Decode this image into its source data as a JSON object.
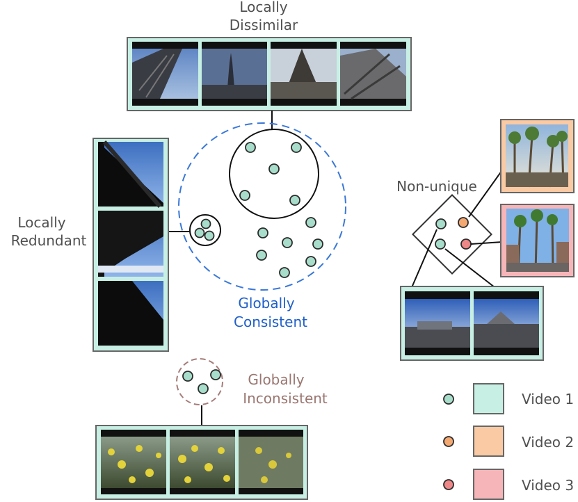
{
  "labels": {
    "locally_dissimilar": [
      "Locally",
      "Dissimilar"
    ],
    "locally_redundant": [
      "Locally",
      "Redundant"
    ],
    "globally_consistent": [
      "Globally",
      "Consistent"
    ],
    "globally_inconsistent": [
      "Globally",
      "Inconsistent"
    ],
    "non_unique": "Non-unique"
  },
  "legend": [
    {
      "label": "Video 1",
      "dot_color": "#a8ddcc",
      "box_color": "#c8efe4"
    },
    {
      "label": "Video 2",
      "dot_color": "#f4a872",
      "box_color": "#f9caa3"
    },
    {
      "label": "Video 3",
      "dot_color": "#ee8787",
      "box_color": "#f6b5b8"
    }
  ],
  "colors": {
    "video1_frame": "#c8efe4",
    "video2_frame": "#f9caa3",
    "video3_frame": "#f6b5b8",
    "consistent_circle": "#3a78d8",
    "inconsistent_circle": "#a57d7a",
    "text_gray": "#505050",
    "text_blue": "#1f5fc9",
    "text_brown": "#9a7670"
  },
  "icons": [
    "eiffel-tower-thumbnail",
    "bridge-underside-thumbnail",
    "palm-street-thumbnail",
    "crowd-plaza-thumbnail",
    "yellow-flowers-thumbnail"
  ]
}
